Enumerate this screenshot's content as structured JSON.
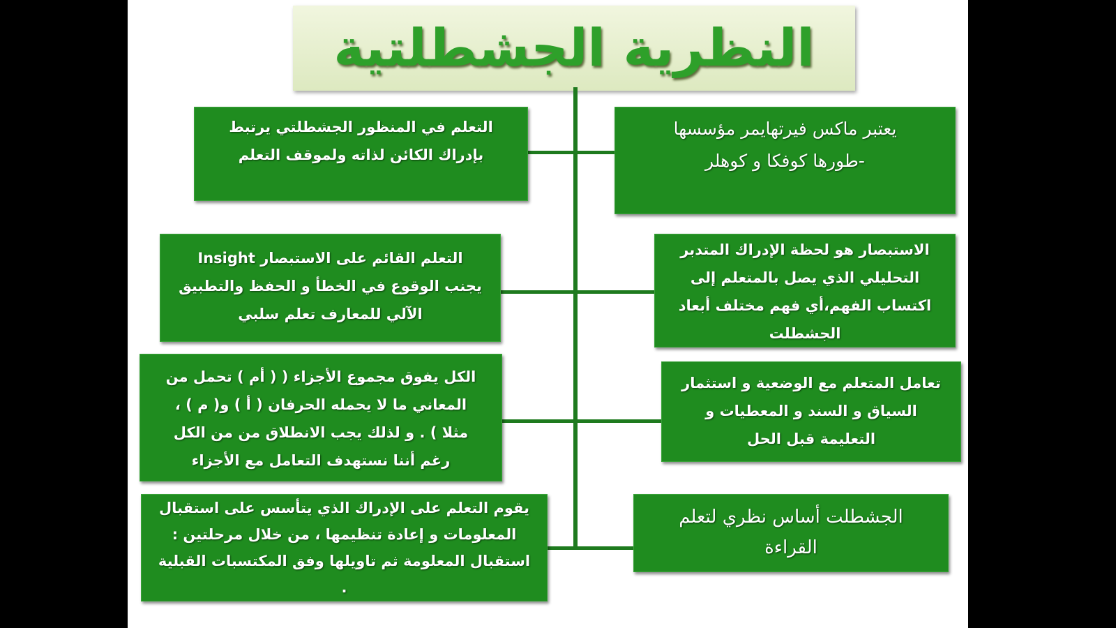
{
  "title": "النظرية الجشطلتية",
  "colors": {
    "box_fill": "#1f8c1f",
    "title_text": "#2ea02a",
    "title_bg": "#e6efcd",
    "connector": "#1e7a1e"
  },
  "left_boxes": [
    "التعلم في المنظور الجشطلتي يرتبط\nبإدراك الكائن لذاته ولموقف التعلم",
    "التعلم القائم على الاستبصار Insight\nيجنب الوقوع في الخطأ و الحفظ والتطبيق\nالآلي للمعارف تعلم سلبي",
    "الكل يفوق مجموع الأجزاء ( ( أم ) تحمل من\nالمعاني ما لا يحمله الحرفان ( أ ) و( م ) ،\nمثلا ) . و لذلك يجب الانطلاق من من الكل\nرغم أننا نستهدف التعامل مع الأجزاء",
    "يقوم التعلم على الإدراك الذي يتأسس على استقبال\nالمعلومات و إعادة تنظيمها ، من خلال مرحلتين :\nاستقبال المعلومة ثم تاويلها وفق المكتسبات القبلية\n."
  ],
  "right_boxes": [
    "يعتبر ماكس فيرتهايمر مؤسسها\n-طورها كوفكا و كوهلر",
    "الاستبصار هو لحظة الإدراك المتدبر\nالتحليلي الذي يصل بالمتعلم إلى\nاكتساب الفهم،أي فهم مختلف أبعاد\nالجشطلت",
    "تعامل المتعلم مع الوضعية و استثمار\nالسياق و السند و المعطيات و\nالتعليمة قبل الحل",
    "الجشطلت أساس نظري لتعلم\nالقراءة"
  ]
}
